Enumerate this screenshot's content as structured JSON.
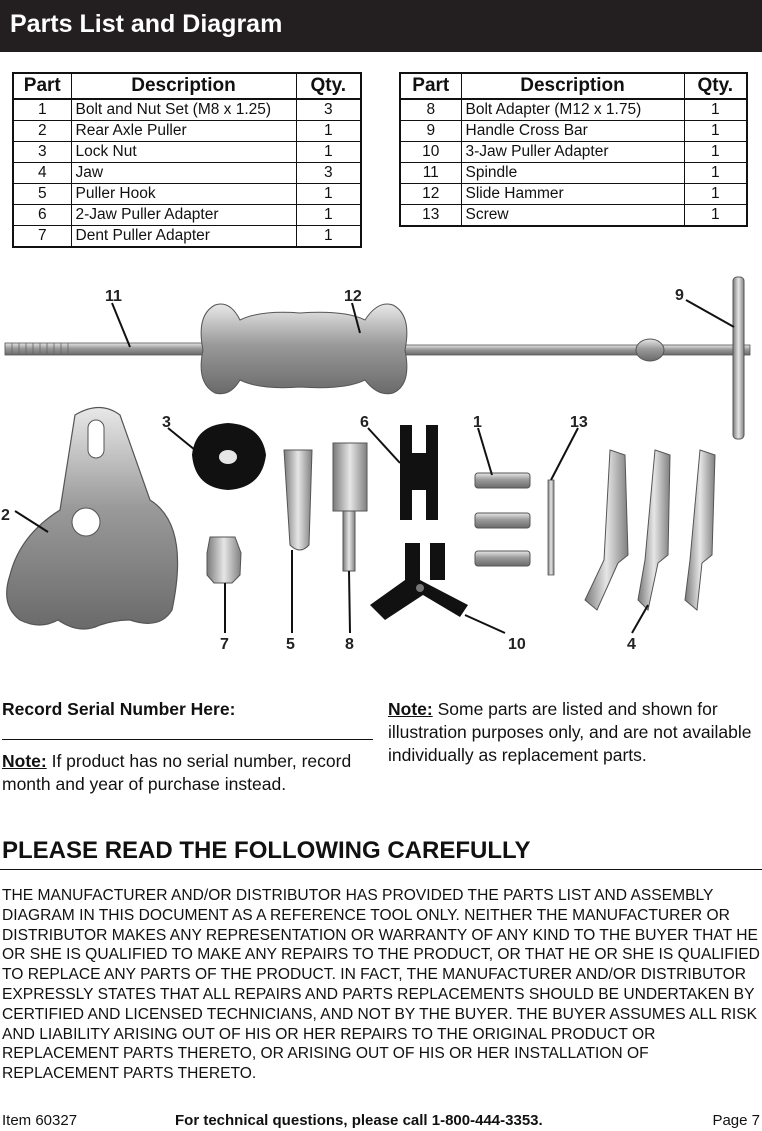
{
  "header": {
    "title": "Parts List and Diagram"
  },
  "table": {
    "headers": {
      "part": "Part",
      "description": "Description",
      "qty": "Qty."
    },
    "left": [
      {
        "part": "1",
        "description": "Bolt and Nut Set (M8 x 1.25)",
        "qty": "3"
      },
      {
        "part": "2",
        "description": "Rear Axle Puller",
        "qty": "1"
      },
      {
        "part": "3",
        "description": "Lock Nut",
        "qty": "1"
      },
      {
        "part": "4",
        "description": "Jaw",
        "qty": "3"
      },
      {
        "part": "5",
        "description": "Puller Hook",
        "qty": "1"
      },
      {
        "part": "6",
        "description": "2-Jaw Puller Adapter",
        "qty": "1"
      },
      {
        "part": "7",
        "description": "Dent Puller Adapter",
        "qty": "1"
      }
    ],
    "right": [
      {
        "part": "8",
        "description": "Bolt Adapter (M12 x 1.75)",
        "qty": "1"
      },
      {
        "part": "9",
        "description": "Handle Cross Bar",
        "qty": "1"
      },
      {
        "part": "10",
        "description": "3-Jaw Puller Adapter",
        "qty": "1"
      },
      {
        "part": "11",
        "description": "Spindle",
        "qty": "1"
      },
      {
        "part": "12",
        "description": "Slide Hammer",
        "qty": "1"
      },
      {
        "part": "13",
        "description": "Screw",
        "qty": "1"
      }
    ]
  },
  "diagram": {
    "labels": {
      "l11": "11",
      "l12": "12",
      "l9": "9",
      "l3": "3",
      "l6": "6",
      "l1": "1",
      "l13": "13",
      "l2": "2",
      "l7": "7",
      "l5": "5",
      "l8": "8",
      "l10": "10",
      "l4": "4"
    }
  },
  "serial": {
    "heading": "Record Serial Number Here:",
    "note_label": "Note:",
    "note_text": " If product has no serial number, record month and year of purchase instead."
  },
  "note2": {
    "label": "Note:",
    "text": " Some parts are listed and shown for illustration purposes only, and are not available individually as replacement parts."
  },
  "please": {
    "heading": "PLEASE READ THE FOLLOWING CAREFULLY",
    "body": "THE MANUFACTURER AND/OR DISTRIBUTOR HAS PROVIDED THE PARTS LIST AND ASSEMBLY DIAGRAM IN THIS DOCUMENT AS A REFERENCE TOOL ONLY.  NEITHER THE MANUFACTURER OR DISTRIBUTOR MAKES ANY REPRESENTATION OR WARRANTY OF ANY KIND TO THE BUYER THAT HE OR SHE IS QUALIFIED TO MAKE ANY REPAIRS TO THE PRODUCT, OR THAT HE OR SHE IS QUALIFIED TO REPLACE ANY PARTS OF THE PRODUCT.  IN FACT, THE MANUFACTURER AND/OR DISTRIBUTOR EXPRESSLY STATES THAT ALL REPAIRS AND PARTS REPLACEMENTS SHOULD BE UNDERTAKEN BY CERTIFIED AND LICENSED TECHNICIANS, AND NOT BY THE BUYER.  THE BUYER ASSUMES ALL RISK AND LIABILITY ARISING OUT OF HIS OR HER REPAIRS TO THE ORIGINAL PRODUCT OR REPLACEMENT PARTS THERETO, OR ARISING OUT OF HIS OR HER INSTALLATION OF REPLACEMENT PARTS THERETO."
  },
  "footer": {
    "item": "Item 60327",
    "contact": "For technical questions, please call 1-800-444-3353.",
    "page": "Page 7"
  }
}
